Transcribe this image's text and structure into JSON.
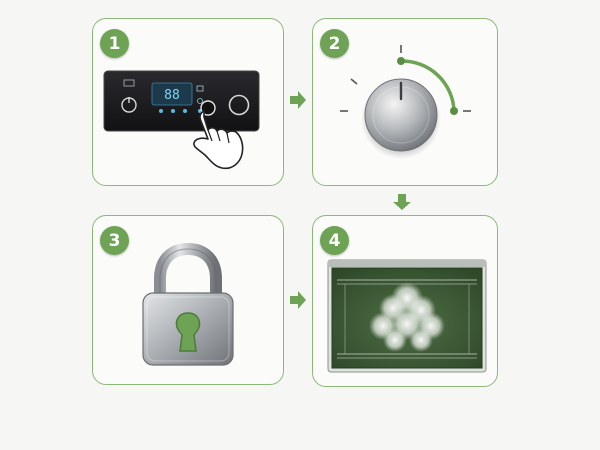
{
  "steps": [
    {
      "number": "1",
      "icon": "control-panel-touch-icon"
    },
    {
      "number": "2",
      "icon": "temperature-dial-icon"
    },
    {
      "number": "3",
      "icon": "padlock-icon"
    },
    {
      "number": "4",
      "icon": "oven-steam-icon"
    }
  ],
  "control_panel": {
    "display_text": "88"
  },
  "colors": {
    "accent_green": "#6ea356",
    "border_green": "#8db87a",
    "panel_dark": "#1c1c1f",
    "oven_green": "#3d5a35"
  }
}
